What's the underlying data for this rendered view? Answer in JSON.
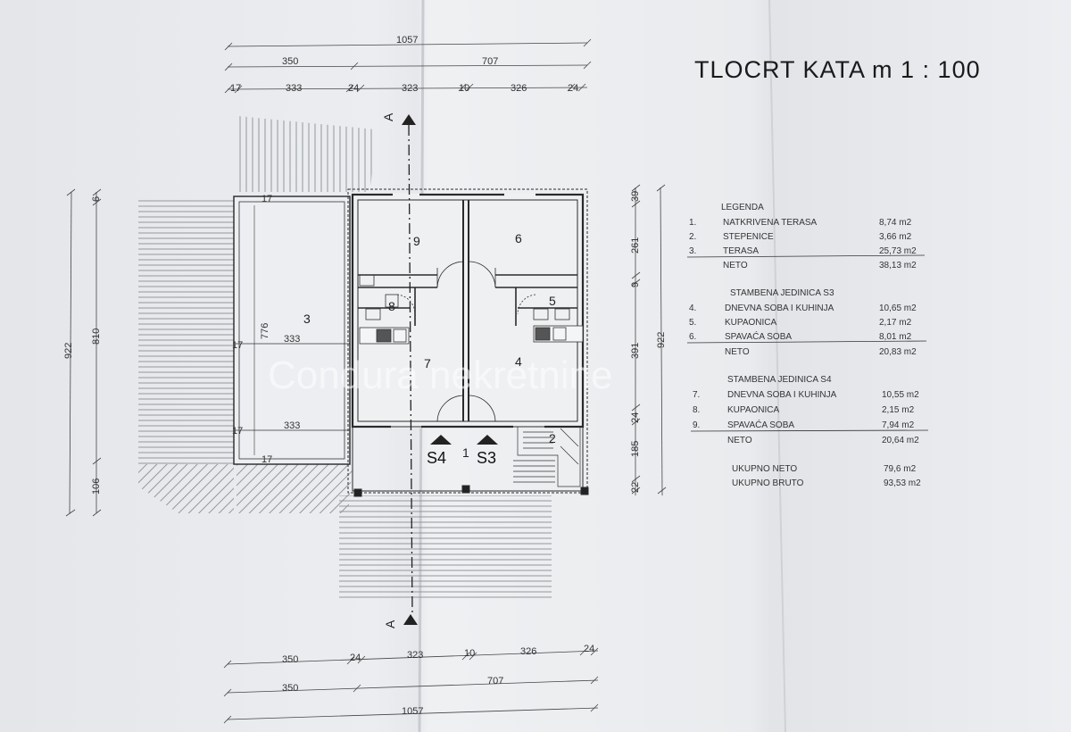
{
  "title": "TLOCRT  KATA   m 1 : 100",
  "watermark": "Condura nekretnine",
  "section_marker": "A",
  "top_dims": {
    "total": "1057",
    "left": "350",
    "right": "707",
    "d1": "17",
    "d2": "333",
    "d3": "24",
    "d4": "323",
    "d5": "10",
    "d6": "326",
    "d7": "24"
  },
  "bottom_dims": {
    "d1": "350",
    "d2": "24",
    "d3": "323",
    "d4": "10",
    "d5": "326",
    "d6": "24",
    "left": "350",
    "right": "707",
    "total": "1057"
  },
  "left_dims": {
    "total": "922",
    "middle": "810",
    "top_small": "6",
    "bottom": "106"
  },
  "right_dims": {
    "d1": "39",
    "d2": "261",
    "d3": "9",
    "d4": "391",
    "d5": "24",
    "d6": "185",
    "d7": "22",
    "total": "922"
  },
  "plan_labels": {
    "dim_776": "776",
    "dim_333a": "333",
    "dim_333b": "333",
    "dim_17a": "17",
    "dim_17b": "17",
    "dim_17c": "17",
    "dim_17d": "17"
  },
  "rooms": {
    "r1": "1",
    "r2": "2",
    "r3": "3",
    "r4": "4",
    "r5": "5",
    "r6": "6",
    "r7": "7",
    "r8": "8",
    "r9": "9",
    "s4": "S4",
    "s3": "S3"
  },
  "legend": {
    "heading": "LEGENDA",
    "items": [
      {
        "num": "1.",
        "name": "NATKRIVENA TERASA",
        "value": "8,74 m2"
      },
      {
        "num": "2.",
        "name": "STEPENICE",
        "value": "3,66 m2"
      },
      {
        "num": "3.",
        "name": "TERASA",
        "value": "25,73 m2"
      }
    ],
    "neto1_label": "NETO",
    "neto1_value": "38,13 m2",
    "s3_heading": "STAMBENA JEDINICA S3",
    "s3_items": [
      {
        "num": "4.",
        "name": "DNEVNA SOBA I KUHINJA",
        "value": "10,65 m2"
      },
      {
        "num": "5.",
        "name": "KUPAONICA",
        "value": "2,17 m2"
      },
      {
        "num": "6.",
        "name": "SPAVAĆA SOBA",
        "value": "8,01 m2"
      }
    ],
    "neto2_label": "NETO",
    "neto2_value": "20,83 m2",
    "s4_heading": "STAMBENA JEDINICA S4",
    "s4_items": [
      {
        "num": "7.",
        "name": "DNEVNA SOBA I KUHINJA",
        "value": "10,55 m2"
      },
      {
        "num": "8.",
        "name": "KUPAONICA",
        "value": "2,15 m2"
      },
      {
        "num": "9.",
        "name": "SPAVAĆA SOBA",
        "value": "7,94 m2"
      }
    ],
    "neto3_label": "NETO",
    "neto3_value": "20,64 m2",
    "total_neto_label": "UKUPNO NETO",
    "total_neto_value": "79,6 m2",
    "total_bruto_label": "UKUPNO BRUTO",
    "total_bruto_value": "93,53 m2"
  }
}
